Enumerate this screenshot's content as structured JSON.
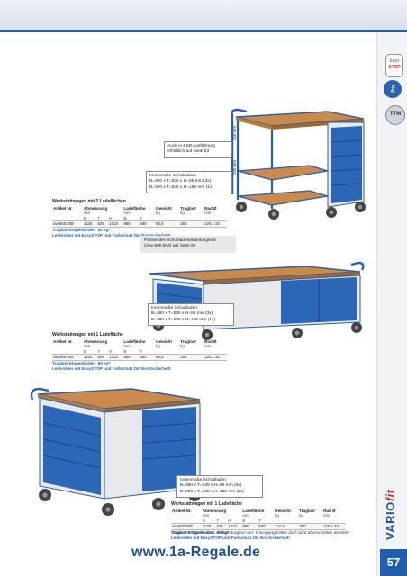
{
  "badges": {
    "easy_top": "Easy",
    "easy_bottom": "STOP",
    "ttm": "TTM"
  },
  "brand": {
    "name": "VARIO",
    "suffix": "fit"
  },
  "product1": {
    "note_esd": [
      "Auch in ESD Ausführung",
      "erhältlich auf Seite 53"
    ],
    "note_drawers": [
      "Innenmaße Schubladen:",
      "B=390 x T=535 x H=95 mm (3x)",
      "B=390 x T=535 x H=155 mm (1x)"
    ],
    "dim_top": "250 mm",
    "dim_mid": "280 mm",
    "spec": {
      "title": "Werkstattwagen mit 2 Ladeflächen",
      "headers": [
        "Artikel Nr.",
        "Abmessung",
        "Ladefläche",
        "Gewicht",
        "Traglast",
        "Rad Ø"
      ],
      "units": [
        "",
        "mm",
        "mm",
        "kg",
        "kg",
        "mm"
      ],
      "letters": [
        "B",
        "T",
        "H",
        "B",
        "T"
      ],
      "row": [
        "sw-600.608",
        "1125",
        "625",
        "1010",
        "985",
        "580",
        "60,5",
        "250",
        "125 x 32"
      ],
      "extra": [
        "Traglast Etagenboden: 80 kg*",
        "Lenkrollen mit EasySTOP und Fußschutz für Ihre Sicherheit!"
      ]
    }
  },
  "product2": {
    "note_drawer_set": [
      "Passendes Schubladeneinteilungsset",
      "(zsw-600.604) auf Seite 60"
    ],
    "note_drawers": [
      "Innenmaße Schubladen:",
      "B=390 x T=535 x H=95 mm (3x)",
      "B=390 x T=535 x H=155 mm (1x)"
    ],
    "spec": {
      "title": "Werkstattwagen mit 1 Ladefläche",
      "headers": [
        "Artikel Nr.",
        "Abmessung",
        "Ladefläche",
        "Gewicht",
        "Traglast",
        "Rad Ø"
      ],
      "units": [
        "",
        "mm",
        "mm",
        "kg",
        "kg",
        "mm"
      ],
      "letters": [
        "B",
        "T",
        "H",
        "B",
        "T"
      ],
      "row": [
        "sw-600.606",
        "1125",
        "625",
        "1010",
        "985",
        "580",
        "94,5",
        "250",
        "125 x 32"
      ],
      "extra": [
        "Traglast Etagenboden: 80 kg*",
        "Lenkrollen mit EasySTOP und Fußschutz für Ihre Sicherheit!"
      ]
    }
  },
  "product3": {
    "note_drawers": [
      "Innenmaße Schubladen:",
      "B=390 x T=535 x H=95 mm (6x)",
      "B=390 x T=535 x H=155 mm (2x)"
    ],
    "spec": {
      "title": "Werkstattwagen mit 1 Ladefläche",
      "headers": [
        "Artikel Nr.",
        "Abmessung",
        "Ladefläche",
        "Gewicht",
        "Traglast",
        "Rad Ø"
      ],
      "units": [
        "",
        "mm",
        "mm",
        "kg",
        "kg",
        "mm"
      ],
      "letters": [
        "B",
        "T",
        "H",
        "B",
        "T"
      ],
      "row": [
        "sw-600.608",
        "1125",
        "625",
        "1010",
        "985",
        "580",
        "112,0",
        "250",
        "125 x 32"
      ],
      "extra": [
        "Traglast Etagenboden: 80 kg*",
        "Lenkrollen mit EasySTOP und Fußschutz für Ihre Sicherheit!"
      ]
    }
  },
  "footer": {
    "footnote": "*Statische Flächenlast; Gesamttraglast des Transportgerätes darf nicht überschritten werden!",
    "website": "www.1a-Regale.de",
    "page": "57"
  }
}
